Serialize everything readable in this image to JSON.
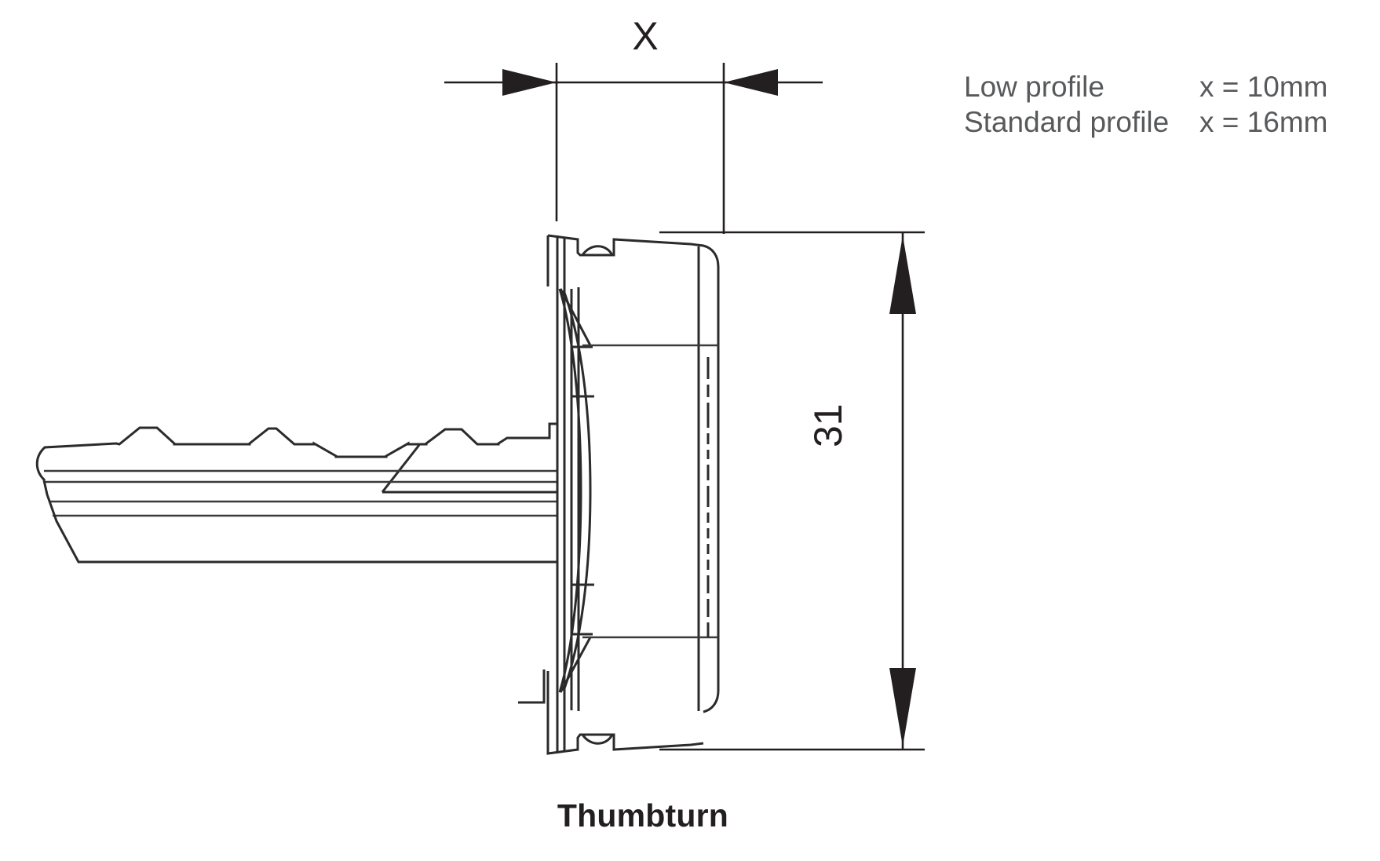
{
  "drawing": {
    "caption": "Thumbturn",
    "dimensions": {
      "horizontal_label": "X",
      "vertical_label": "31"
    },
    "legend": {
      "rows": [
        {
          "label": "Low profile",
          "value": "x = 10mm"
        },
        {
          "label": "Standard profile",
          "value": "x = 16mm"
        }
      ]
    },
    "colors": {
      "line": "#2b2b2b",
      "dimension": "#231f20",
      "legend_text": "#58595b",
      "background": "#ffffff"
    },
    "parts": {
      "key_blade": "key-blade-profile",
      "body": "thumbturn-body",
      "lever": "thumbturn-lever-arm",
      "knurl": "knurled-grip-edge"
    }
  }
}
